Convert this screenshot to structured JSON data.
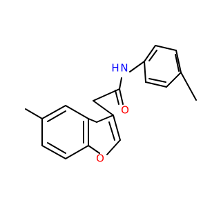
{
  "atom_labels": {
    "nh_n": "N",
    "nh_h": "H",
    "carbonyl_o": "O",
    "furan_o": "O"
  },
  "colors": {
    "bond": "#000000",
    "nitrogen": "#0000ff",
    "oxygen": "#ff0000",
    "background": "#ffffff"
  }
}
